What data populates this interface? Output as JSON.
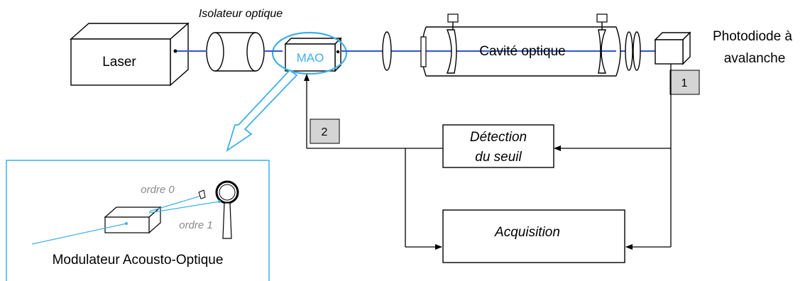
{
  "labels": {
    "laser": "Laser",
    "isolator": "Isolateur optique",
    "mao": "MAO",
    "cavity": "Cavité optique",
    "photodiode_line1": "Photodiode à",
    "photodiode_line2": "avalanche",
    "badge_1": "1",
    "badge_2": "2",
    "detection_line1": "Détection",
    "detection_line2": "du seuil",
    "acquisition": "Acquisition",
    "order_0": "ordre 0",
    "order_1": "ordre 1",
    "modulator": "Modulateur Acousto-Optique"
  },
  "colors": {
    "beam": "#3a5fc8",
    "highlight": "#3fb0e6",
    "line": "#000000",
    "badge_fill": "#d4d4d4",
    "order_text": "#8a8a8a"
  }
}
